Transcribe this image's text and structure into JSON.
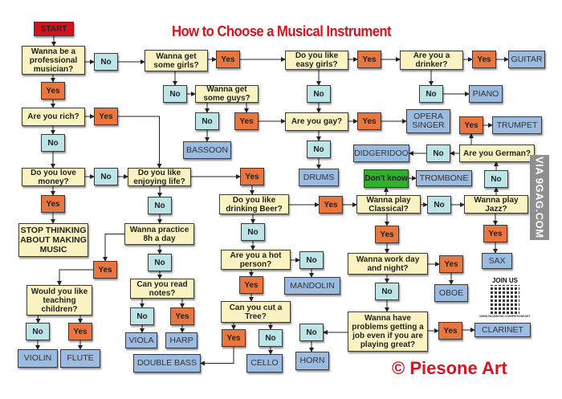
{
  "title": "How to Choose a Musical Instrument",
  "copyright": "© Piesone Art",
  "badge": "VIA 9GAG.COM",
  "join": {
    "label": "JOIN US",
    "url": "WWW.FACEBOOK.COM/PIESONEART"
  },
  "colors": {
    "question": "#fbf4c2",
    "yes": "#e8763e",
    "no": "#bde4e6",
    "instrument": "#9cbbe0",
    "start": "#d9101c",
    "dont_know": "#2fb12c",
    "title": "#d8121f"
  },
  "nodes": {
    "start": "START",
    "q_pro": "Wanna be a professional musician?",
    "n_pro": "No",
    "y_pro": "Yes",
    "q_rich": "Are you rich?",
    "y_rich": "Yes",
    "n_rich": "No",
    "q_money": "Do you love money?",
    "n_money": "No",
    "y_money": "Yes",
    "stop": "STOP THINKING ABOUT MAKING MUSIC",
    "q_girls": "Wanna get some girls?",
    "y_girls": "Yes",
    "n_girls": "No",
    "q_guys": "Wanna get some guys?",
    "n_guys": "No",
    "y_guys": "Yes",
    "bassoon": "BASSOON",
    "q_life": "Do you like enjoying life?",
    "y_life": "Yes",
    "n_life": "No",
    "q_easy": "Do you like easy girls?",
    "y_easy": "Yes",
    "n_easy": "No",
    "q_drinker": "Are you a drinker?",
    "y_drinker": "Yes",
    "n_drinker": "No",
    "guitar": "GUITAR",
    "piano": "PIANO",
    "q_gay": "Are you gay?",
    "y_gay": "Yes",
    "n_gay": "No",
    "opera": "OPERA SINGER",
    "y_german": "Yes",
    "trumpet": "TRUMPET",
    "didgeridoo": "DIDGERIDOO",
    "n_german": "No",
    "q_german": "Are you German?",
    "drums": "DRUMS",
    "dont_know": "Don't know",
    "trombone": "TROMBONE",
    "n_jazz": "No",
    "q_beer": "Do you like drinking Beer?",
    "y_beer": "Yes",
    "n_beer": "No",
    "q_classical": "Wanna play Classical?",
    "n_classical": "No",
    "y_classical": "Yes",
    "q_jazz": "Wanna play Jazz?",
    "y_jazz": "Yes",
    "sax": "SAX",
    "q_practice": "Wanna practice 8h a day",
    "n_practice": "No",
    "y_practice": "Yes",
    "q_hot": "Are you a hot person?",
    "n_hot": "No",
    "y_hot": "Yes",
    "mandolin": "MANDOLIN",
    "q_work": "Wanna work day and night?",
    "y_work": "Yes",
    "n_work": "No",
    "oboe": "OBOE",
    "q_teach": "Would you like teaching children?",
    "n_teach": "No",
    "y_teach": "Yes",
    "violin": "VIOLIN",
    "flute": "FLUTE",
    "q_notes": "Can you read notes?",
    "n_notes": "No",
    "y_notes": "Yes",
    "viola": "VIOLA",
    "harp": "HARP",
    "double_bass": "DOUBLE BASS",
    "q_tree": "Can you cut a Tree?",
    "y_tree": "Yes",
    "n_tree": "No",
    "cello": "CELLO",
    "q_problems": "Wanna have problems getting a job even if you are playing great?",
    "n_problems": "No",
    "y_problems": "Yes",
    "horn": "HORN",
    "clarinet": "CLARINET"
  }
}
